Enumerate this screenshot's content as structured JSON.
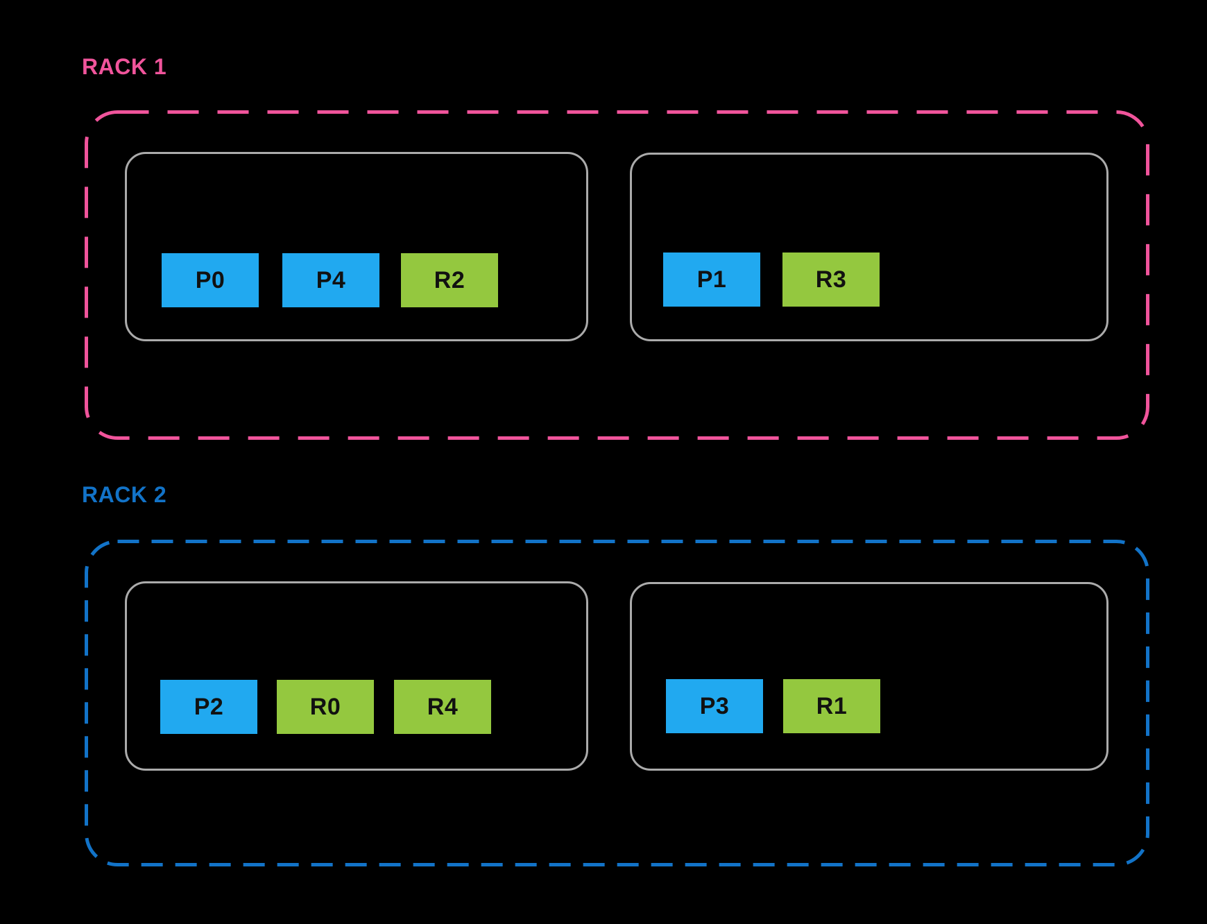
{
  "colors": {
    "background": "#000000",
    "host_border": "#ABABAB",
    "primary_fill": "#21A9F0",
    "replica_fill": "#94C83F",
    "slot_text": "#111111",
    "rack1_accent": "#F0549B",
    "rack2_accent": "#1273C8"
  },
  "racks": [
    {
      "label": "RACK 1",
      "accent_color": "#F0549B",
      "hosts": [
        {
          "slots": [
            {
              "label": "P0",
              "type": "primary"
            },
            {
              "label": "P4",
              "type": "primary"
            },
            {
              "label": "R2",
              "type": "replica"
            }
          ]
        },
        {
          "slots": [
            {
              "label": "P1",
              "type": "primary"
            },
            {
              "label": "R3",
              "type": "replica"
            }
          ]
        }
      ]
    },
    {
      "label": "RACK 2",
      "accent_color": "#1273C8",
      "hosts": [
        {
          "slots": [
            {
              "label": "P2",
              "type": "primary"
            },
            {
              "label": "R0",
              "type": "replica"
            },
            {
              "label": "R4",
              "type": "replica"
            }
          ]
        },
        {
          "slots": [
            {
              "label": "P3",
              "type": "primary"
            },
            {
              "label": "R1",
              "type": "replica"
            }
          ]
        }
      ]
    }
  ]
}
